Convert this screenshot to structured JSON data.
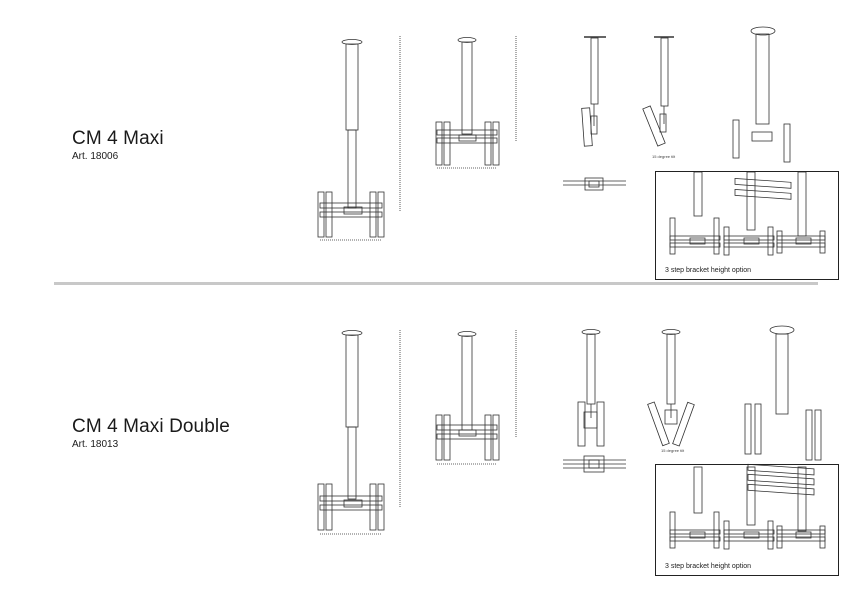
{
  "products": [
    {
      "title": "CM 4 Maxi",
      "art": "Art. 18006",
      "angle_note": "15 degree tilt",
      "bracket_caption": "3 step bracket height option"
    },
    {
      "title": "CM 4 Maxi Double",
      "art": "Art. 18013",
      "angle_note": "15 degree tilt",
      "bracket_caption": "3 step bracket height option"
    }
  ]
}
